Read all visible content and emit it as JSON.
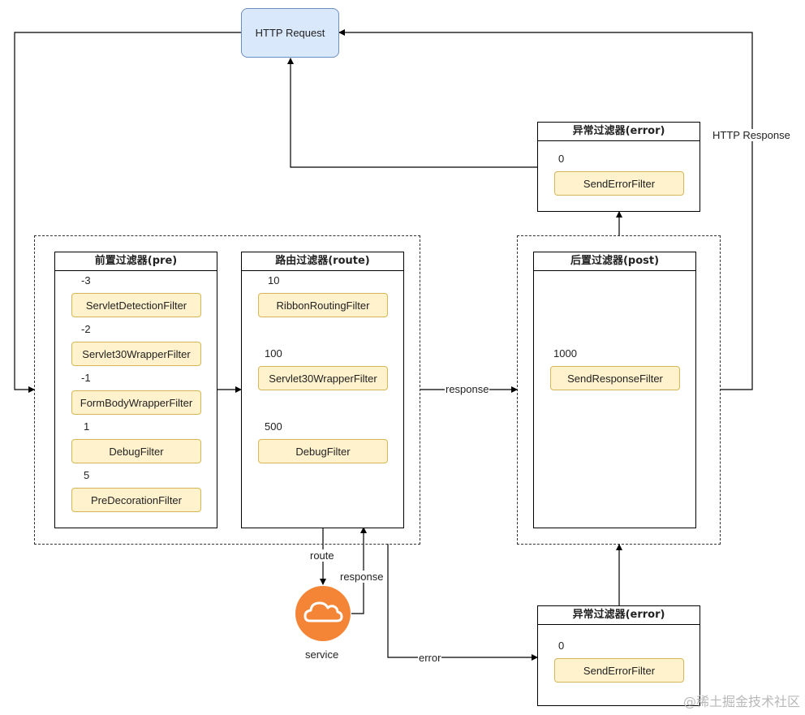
{
  "request": {
    "label": "HTTP Request"
  },
  "http_response_label": "HTTP Response",
  "pre": {
    "title": "前置过滤器(pre)",
    "filters": [
      {
        "order": "-3",
        "name": "ServletDetectionFilter"
      },
      {
        "order": "-2",
        "name": "Servlet30WrapperFilter"
      },
      {
        "order": "-1",
        "name": "FormBodyWrapperFilter"
      },
      {
        "order": "1",
        "name": "DebugFilter"
      },
      {
        "order": "5",
        "name": "PreDecorationFilter"
      }
    ]
  },
  "route": {
    "title": "路由过滤器(route)",
    "filters": [
      {
        "order": "10",
        "name": "RibbonRoutingFilter"
      },
      {
        "order": "100",
        "name": "Servlet30WrapperFilter"
      },
      {
        "order": "500",
        "name": "DebugFilter"
      }
    ]
  },
  "post": {
    "title": "后置过滤器(post)",
    "filters": [
      {
        "order": "1000",
        "name": "SendResponseFilter"
      }
    ]
  },
  "error_top": {
    "title": "异常过滤器(error)",
    "filters": [
      {
        "order": "0",
        "name": "SendErrorFilter"
      }
    ]
  },
  "error_bottom": {
    "title": "异常过滤器(error)",
    "filters": [
      {
        "order": "0",
        "name": "SendErrorFilter"
      }
    ]
  },
  "edges": {
    "response_mid": "response",
    "route": "route",
    "response_service": "response",
    "error": "error"
  },
  "service": {
    "label": "service",
    "icon": "cloud-icon",
    "color": "#f58536"
  },
  "colors": {
    "request_fill": "#dae8fc",
    "request_stroke": "#6c8ebf",
    "filter_fill": "#fff2cc",
    "filter_stroke": "#d6b656"
  },
  "watermark": "@稀土掘金技术社区"
}
